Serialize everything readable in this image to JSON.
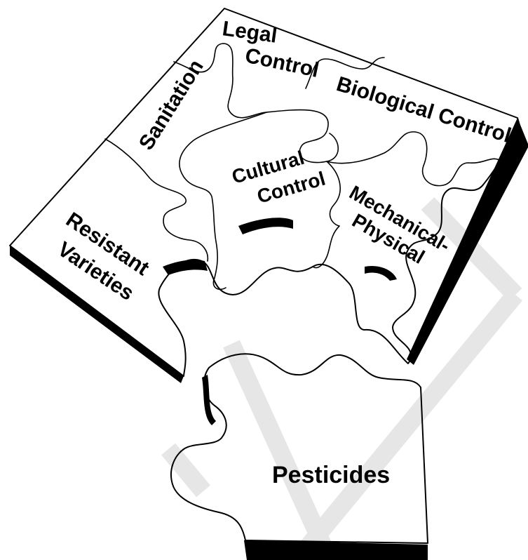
{
  "pieces": {
    "legal": {
      "line1": "Legal",
      "line2": "Control"
    },
    "biological": {
      "label": "Biological Control"
    },
    "sanitation": {
      "label": "Sanitation"
    },
    "cultural": {
      "line1": "Cultural",
      "line2": "Control"
    },
    "mechanical": {
      "line1": "Mechanical-",
      "line2": "Physical"
    },
    "resistant": {
      "line1": "Resistant",
      "line2": "Varieties"
    },
    "pesticides": {
      "label": "Pesticides"
    }
  },
  "watermark": {
    "color": "#e6e6e6"
  }
}
